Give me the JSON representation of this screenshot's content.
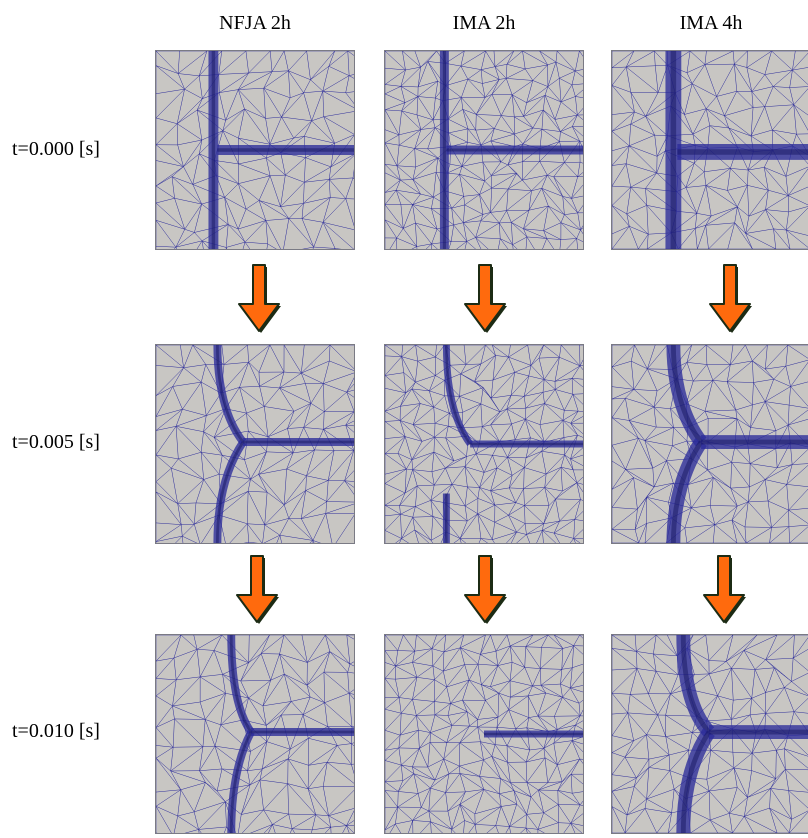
{
  "columns": [
    "NFJA 2h",
    "IMA 2h",
    "IMA 4h"
  ],
  "rows": [
    "t=0.000 [s]",
    "t=0.005 [s]",
    "t=0.010 [s]"
  ],
  "colors": {
    "panel_background": "#c8c6c3",
    "mesh_edges": "#2b2b9a",
    "arrow_fill": "#ff6a0d",
    "arrow_outline": "#1c2b14"
  },
  "icons": [
    "down-arrow-icon"
  ]
}
